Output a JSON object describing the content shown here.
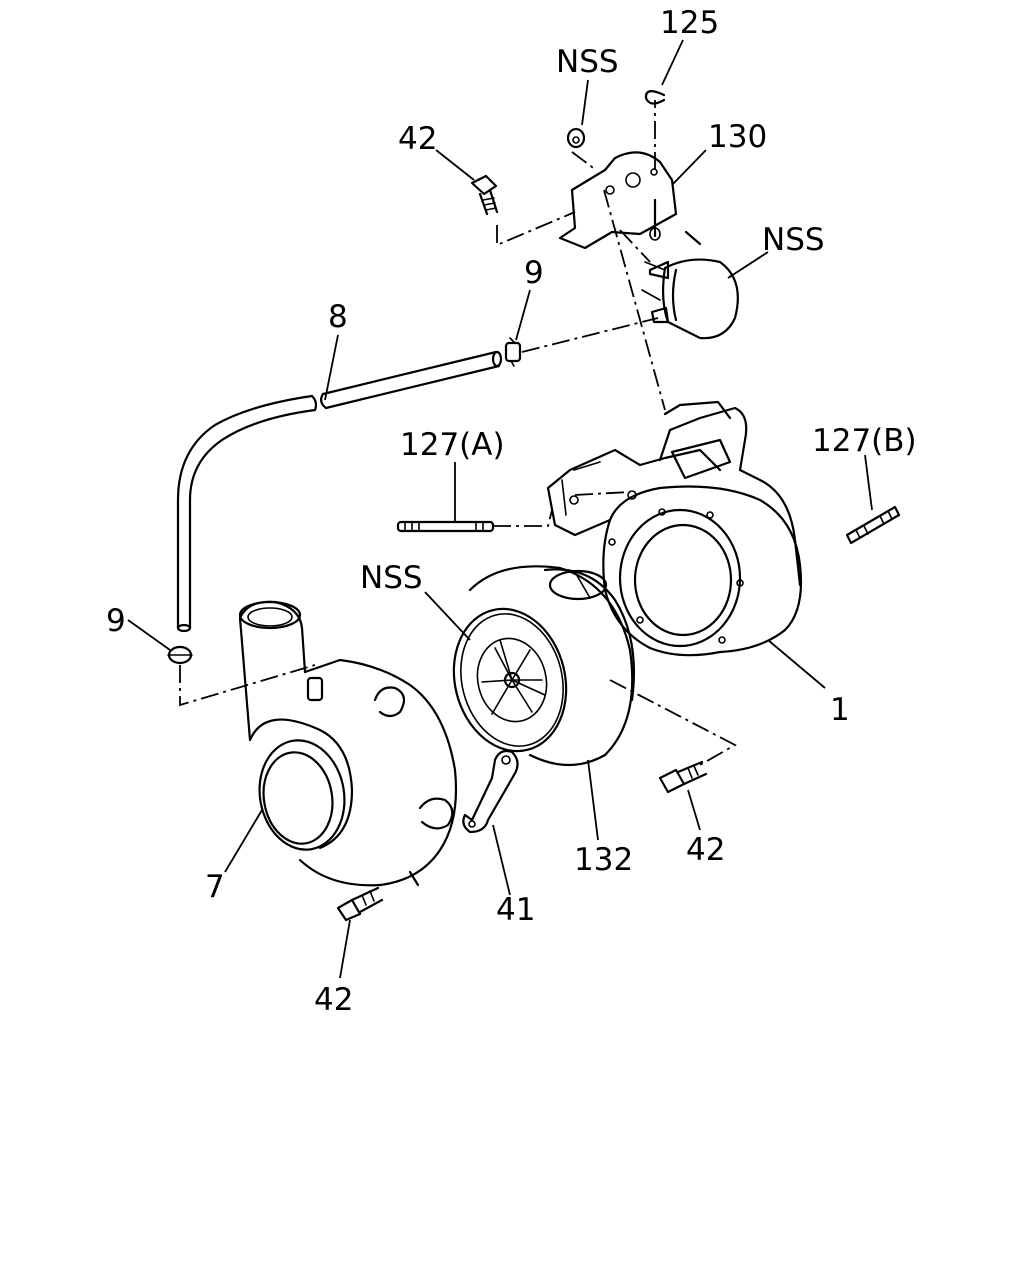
{
  "labels": {
    "p125": "125",
    "nss_top": "NSS",
    "p130": "130",
    "p42_top": "42",
    "nss_actuator": "NSS",
    "p9_top": "9",
    "p8": "8",
    "p127a": "127(A)",
    "p127b": "127(B)",
    "nss_ring": "NSS",
    "p9_left": "9",
    "p1": "1",
    "p42_right": "42",
    "p132": "132",
    "p7": "7",
    "p41": "41",
    "p42_bottom": "42"
  }
}
